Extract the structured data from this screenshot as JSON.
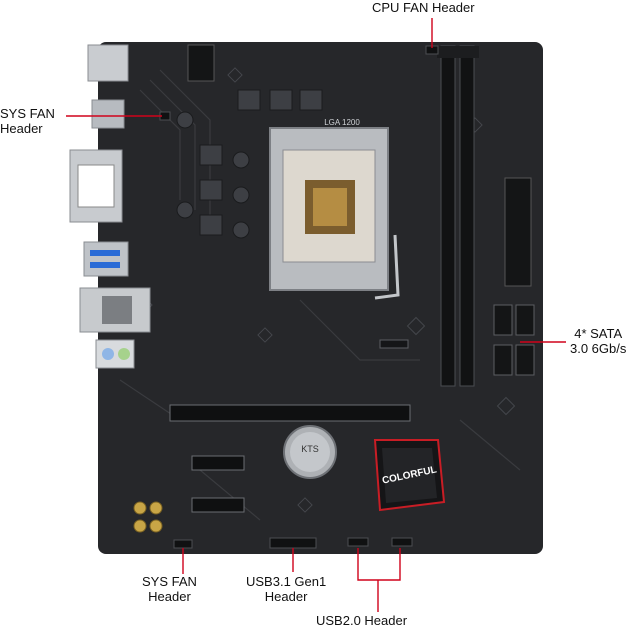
{
  "annotations": {
    "cpu_fan": "CPU FAN Header",
    "sys_fan_left": [
      "SYS FAN",
      "Header"
    ],
    "sata": [
      "4* SATA",
      "3.0 6Gb/s"
    ],
    "sys_fan_bottom": [
      "SYS FAN",
      "Header"
    ],
    "usb31": [
      "USB3.1 Gen1",
      "Header"
    ],
    "usb20": "USB2.0 Header"
  },
  "board_text": {
    "socket": "LGA 1200",
    "badge": "COLORFUL",
    "bios_battery": "KTS"
  },
  "colors": {
    "pcb": "#26272a",
    "pcb_trace": "#3a3b3f",
    "callout_line": "#d0021b",
    "badge_red": "#c81d25"
  }
}
